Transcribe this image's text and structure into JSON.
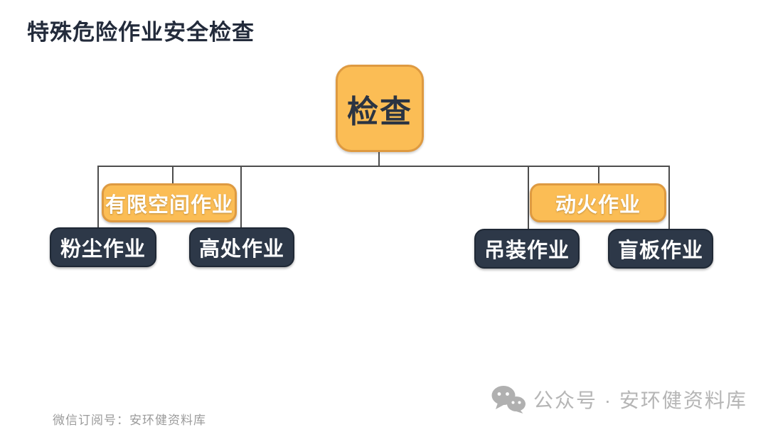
{
  "page": {
    "title": "特殊危险作业安全检查"
  },
  "diagram": {
    "root": {
      "label": "检查"
    },
    "branches": [
      {
        "parent": {
          "label": "有限空间作业"
        },
        "children": [
          {
            "label": "粉尘作业"
          },
          {
            "label": "高处作业"
          }
        ]
      },
      {
        "parent": {
          "label": "动火作业"
        },
        "children": [
          {
            "label": "吊装作业"
          },
          {
            "label": "盲板作业"
          }
        ]
      }
    ]
  },
  "footer": {
    "subscription_line": "微信订阅号：安环健资料库",
    "watermark_text": "公众号 · 安环健资料库"
  },
  "colors": {
    "yellow_fill": "#FBBD55",
    "yellow_border": "#DE9A41",
    "dark_fill": "#2D3848",
    "title_text": "#232B3B",
    "connector": "#4D4D4D",
    "footer_text": "#9B9B9B",
    "watermark_text": "#B5B5B5"
  }
}
